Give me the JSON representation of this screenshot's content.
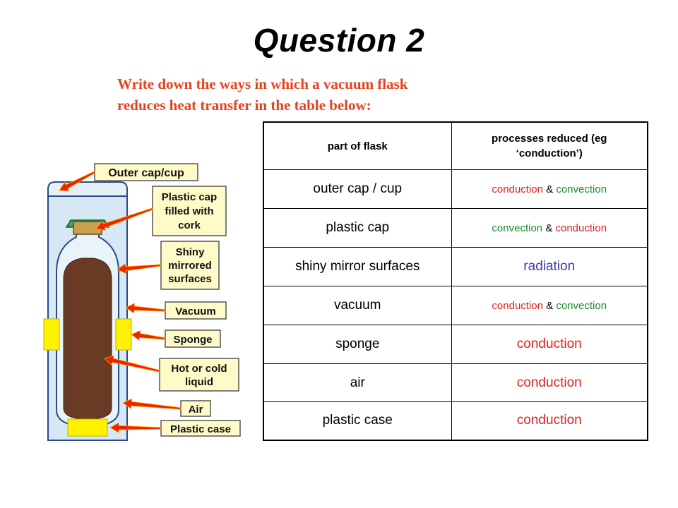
{
  "title": "Question 2",
  "instructions": [
    "Write down the ways in which a vacuum flask",
    "reduces heat transfer in the table below:"
  ],
  "diagram": {
    "labels": {
      "outer_cap": "Outer cap/cup",
      "plastic_cap_1": "Plastic cap",
      "plastic_cap_2": "filled with",
      "plastic_cap_3": "cork",
      "shiny_1": "Shiny",
      "shiny_2": "mirrored",
      "shiny_3": "surfaces",
      "vacuum": "Vacuum",
      "sponge": "Sponge",
      "liquid_1": "Hot or cold",
      "liquid_2": "liquid",
      "air": "Air",
      "plastic_case": "Plastic case"
    },
    "colors": {
      "label_bg": "#fffbc8",
      "flask_body": "#cfe3f2",
      "liquid": "#6a3b24",
      "sponge": "#fff200",
      "cork": "#c8a050",
      "cap_ring": "#3ba55c",
      "arrow": "#ee2200"
    }
  },
  "table": {
    "headers": {
      "part": "part of flask",
      "process_1": "processes reduced (eg",
      "process_2": "‘conduction’)"
    },
    "amp": "&",
    "rows": [
      {
        "part": "outer cap / cup",
        "first": "conduction",
        "second": "convection"
      },
      {
        "part": "plastic cap",
        "first": "convection",
        "second": "conduction"
      },
      {
        "part": "shiny mirror surfaces",
        "single": "radiation"
      },
      {
        "part": "vacuum",
        "first": "conduction",
        "second": "convection"
      },
      {
        "part": "sponge",
        "single": "conduction"
      },
      {
        "part": "air",
        "single": "conduction"
      },
      {
        "part": "plastic case",
        "single": "conduction"
      }
    ],
    "colors": {
      "conduction": "#e02020",
      "convection": "#1a8a2a",
      "radiation": "#3c3ca8"
    }
  }
}
